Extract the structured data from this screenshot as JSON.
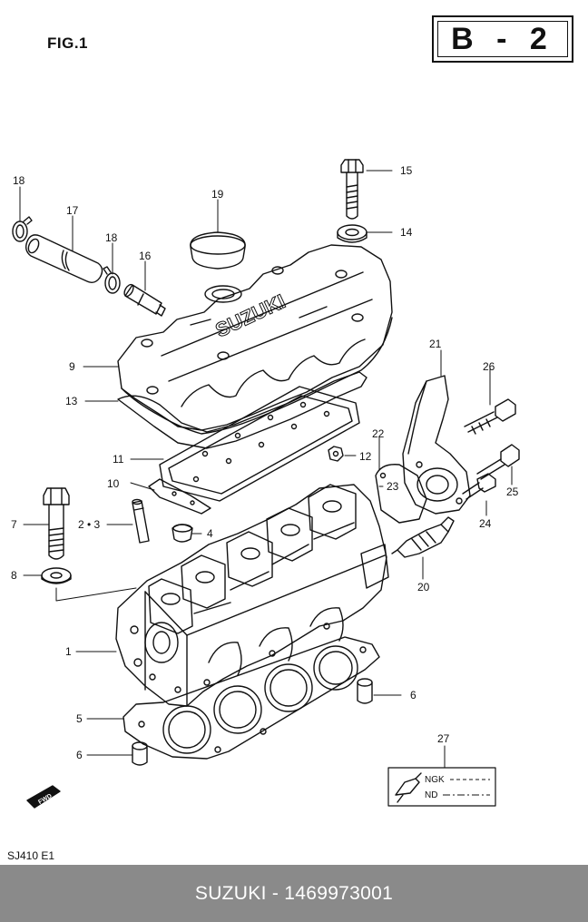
{
  "header": {
    "figure_label": "FIG.1",
    "section_code": "B - 2"
  },
  "callouts": [
    {
      "id": "c18a",
      "text": "18"
    },
    {
      "id": "c17",
      "text": "17"
    },
    {
      "id": "c18b",
      "text": "18"
    },
    {
      "id": "c16",
      "text": "16"
    },
    {
      "id": "c19",
      "text": "19"
    },
    {
      "id": "c15",
      "text": "15"
    },
    {
      "id": "c14",
      "text": "14"
    },
    {
      "id": "c9",
      "text": "9"
    },
    {
      "id": "c13",
      "text": "13"
    },
    {
      "id": "c21",
      "text": "21"
    },
    {
      "id": "c26",
      "text": "26"
    },
    {
      "id": "c22",
      "text": "22"
    },
    {
      "id": "c12",
      "text": "12"
    },
    {
      "id": "c11",
      "text": "11"
    },
    {
      "id": "c23",
      "text": "23"
    },
    {
      "id": "c10",
      "text": "10"
    },
    {
      "id": "c25",
      "text": "25"
    },
    {
      "id": "c7",
      "text": "7"
    },
    {
      "id": "c23p",
      "text": "2 • 3"
    },
    {
      "id": "c4",
      "text": "4"
    },
    {
      "id": "c24",
      "text": "24"
    },
    {
      "id": "c8",
      "text": "8"
    },
    {
      "id": "c20",
      "text": "20"
    },
    {
      "id": "c1",
      "text": "1"
    },
    {
      "id": "c6a",
      "text": "6"
    },
    {
      "id": "c5",
      "text": "5"
    },
    {
      "id": "c6b",
      "text": "6"
    },
    {
      "id": "c27",
      "text": "27"
    }
  ],
  "cover_brand": "SUZUKI",
  "spark_plug_legend": {
    "row1": "NGK",
    "row2": "ND"
  },
  "fwd_marker": "FWD",
  "model_code": "SJ410  E1",
  "footer_text": "SUZUKI - 1469973001"
}
